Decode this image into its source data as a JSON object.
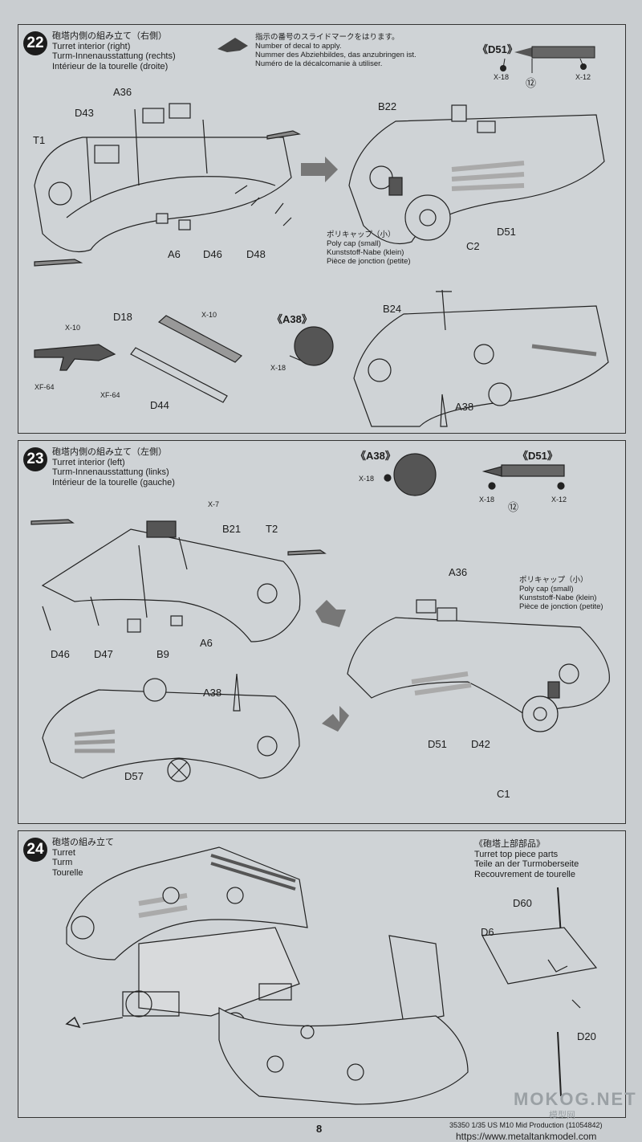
{
  "step22": {
    "number": "22",
    "title": [
      "砲塔内側の組み立て（右側）",
      "Turret interior (right)",
      "Turm-Innenausstattung (rechts)",
      "Intérieur de la tourelle (droite)"
    ],
    "decal_note": [
      "指示の番号のスライドマークをはります。",
      "Number of decal to apply.",
      "Nummer des Abziehbildes, das anzubringen ist.",
      "Numéro de la décalcomanie à utiliser."
    ],
    "d51_label": "《D51》",
    "paint_x18": "X-18",
    "decal_12": "⑫",
    "paint_x12": "X-12",
    "parts": [
      "A36",
      "D43",
      "T1",
      "A6",
      "D46",
      "D48",
      "B22",
      "C2",
      "D51",
      "D18",
      "X-10",
      "X-10",
      "XF-64",
      "XF-64",
      "D44",
      "《A38》",
      "X-18",
      "B24",
      "A38"
    ],
    "poly_cap": [
      "ポリキャップ（小）",
      "Poly cap (small)",
      "Kunststoff-Nabe (klein)",
      "Pièce de jonction (petite)"
    ]
  },
  "step23": {
    "number": "23",
    "title": [
      "砲塔内側の組み立て（左側）",
      "Turret interior (left)",
      "Turm-Innenausstattung (links)",
      "Intérieur de la tourelle (gauche)"
    ],
    "a38_label": "《A38》",
    "a38_paint": "X-18",
    "d51_label": "《D51》",
    "paint_x18": "X-18",
    "decal_12": "⑫",
    "paint_x12": "X-12",
    "parts": [
      "X-7",
      "B21",
      "T2",
      "D46",
      "D47",
      "B9",
      "A6",
      "A36",
      "D51",
      "D42",
      "C1",
      "A38",
      "D57"
    ],
    "poly_cap": [
      "ポリキャップ（小）",
      "Poly cap (small)",
      "Kunststoff-Nabe (klein)",
      "Pièce de jonction (petite)"
    ]
  },
  "step24": {
    "number": "24",
    "title": [
      "砲塔の組み立て",
      "Turret",
      "Turm",
      "Tourelle"
    ],
    "sub_title": [
      "《砲塔上部部品》",
      "Turret top piece parts",
      "Teile an der Turmoberseite",
      "Recouvrement de tourelle"
    ],
    "parts": [
      "D60",
      "D6",
      "D20"
    ]
  },
  "footer": {
    "page_number": "8",
    "reference": "35350  1/35 US M10 Mid Production (11054842)",
    "url": "https://www.metaltankmodel.com",
    "watermark": "MOKOG.NET",
    "watermark_sub": "模型网"
  },
  "colors": {
    "paper": "#c9cdd0",
    "ink": "#1c1c1c",
    "dark_part": "#555555"
  }
}
